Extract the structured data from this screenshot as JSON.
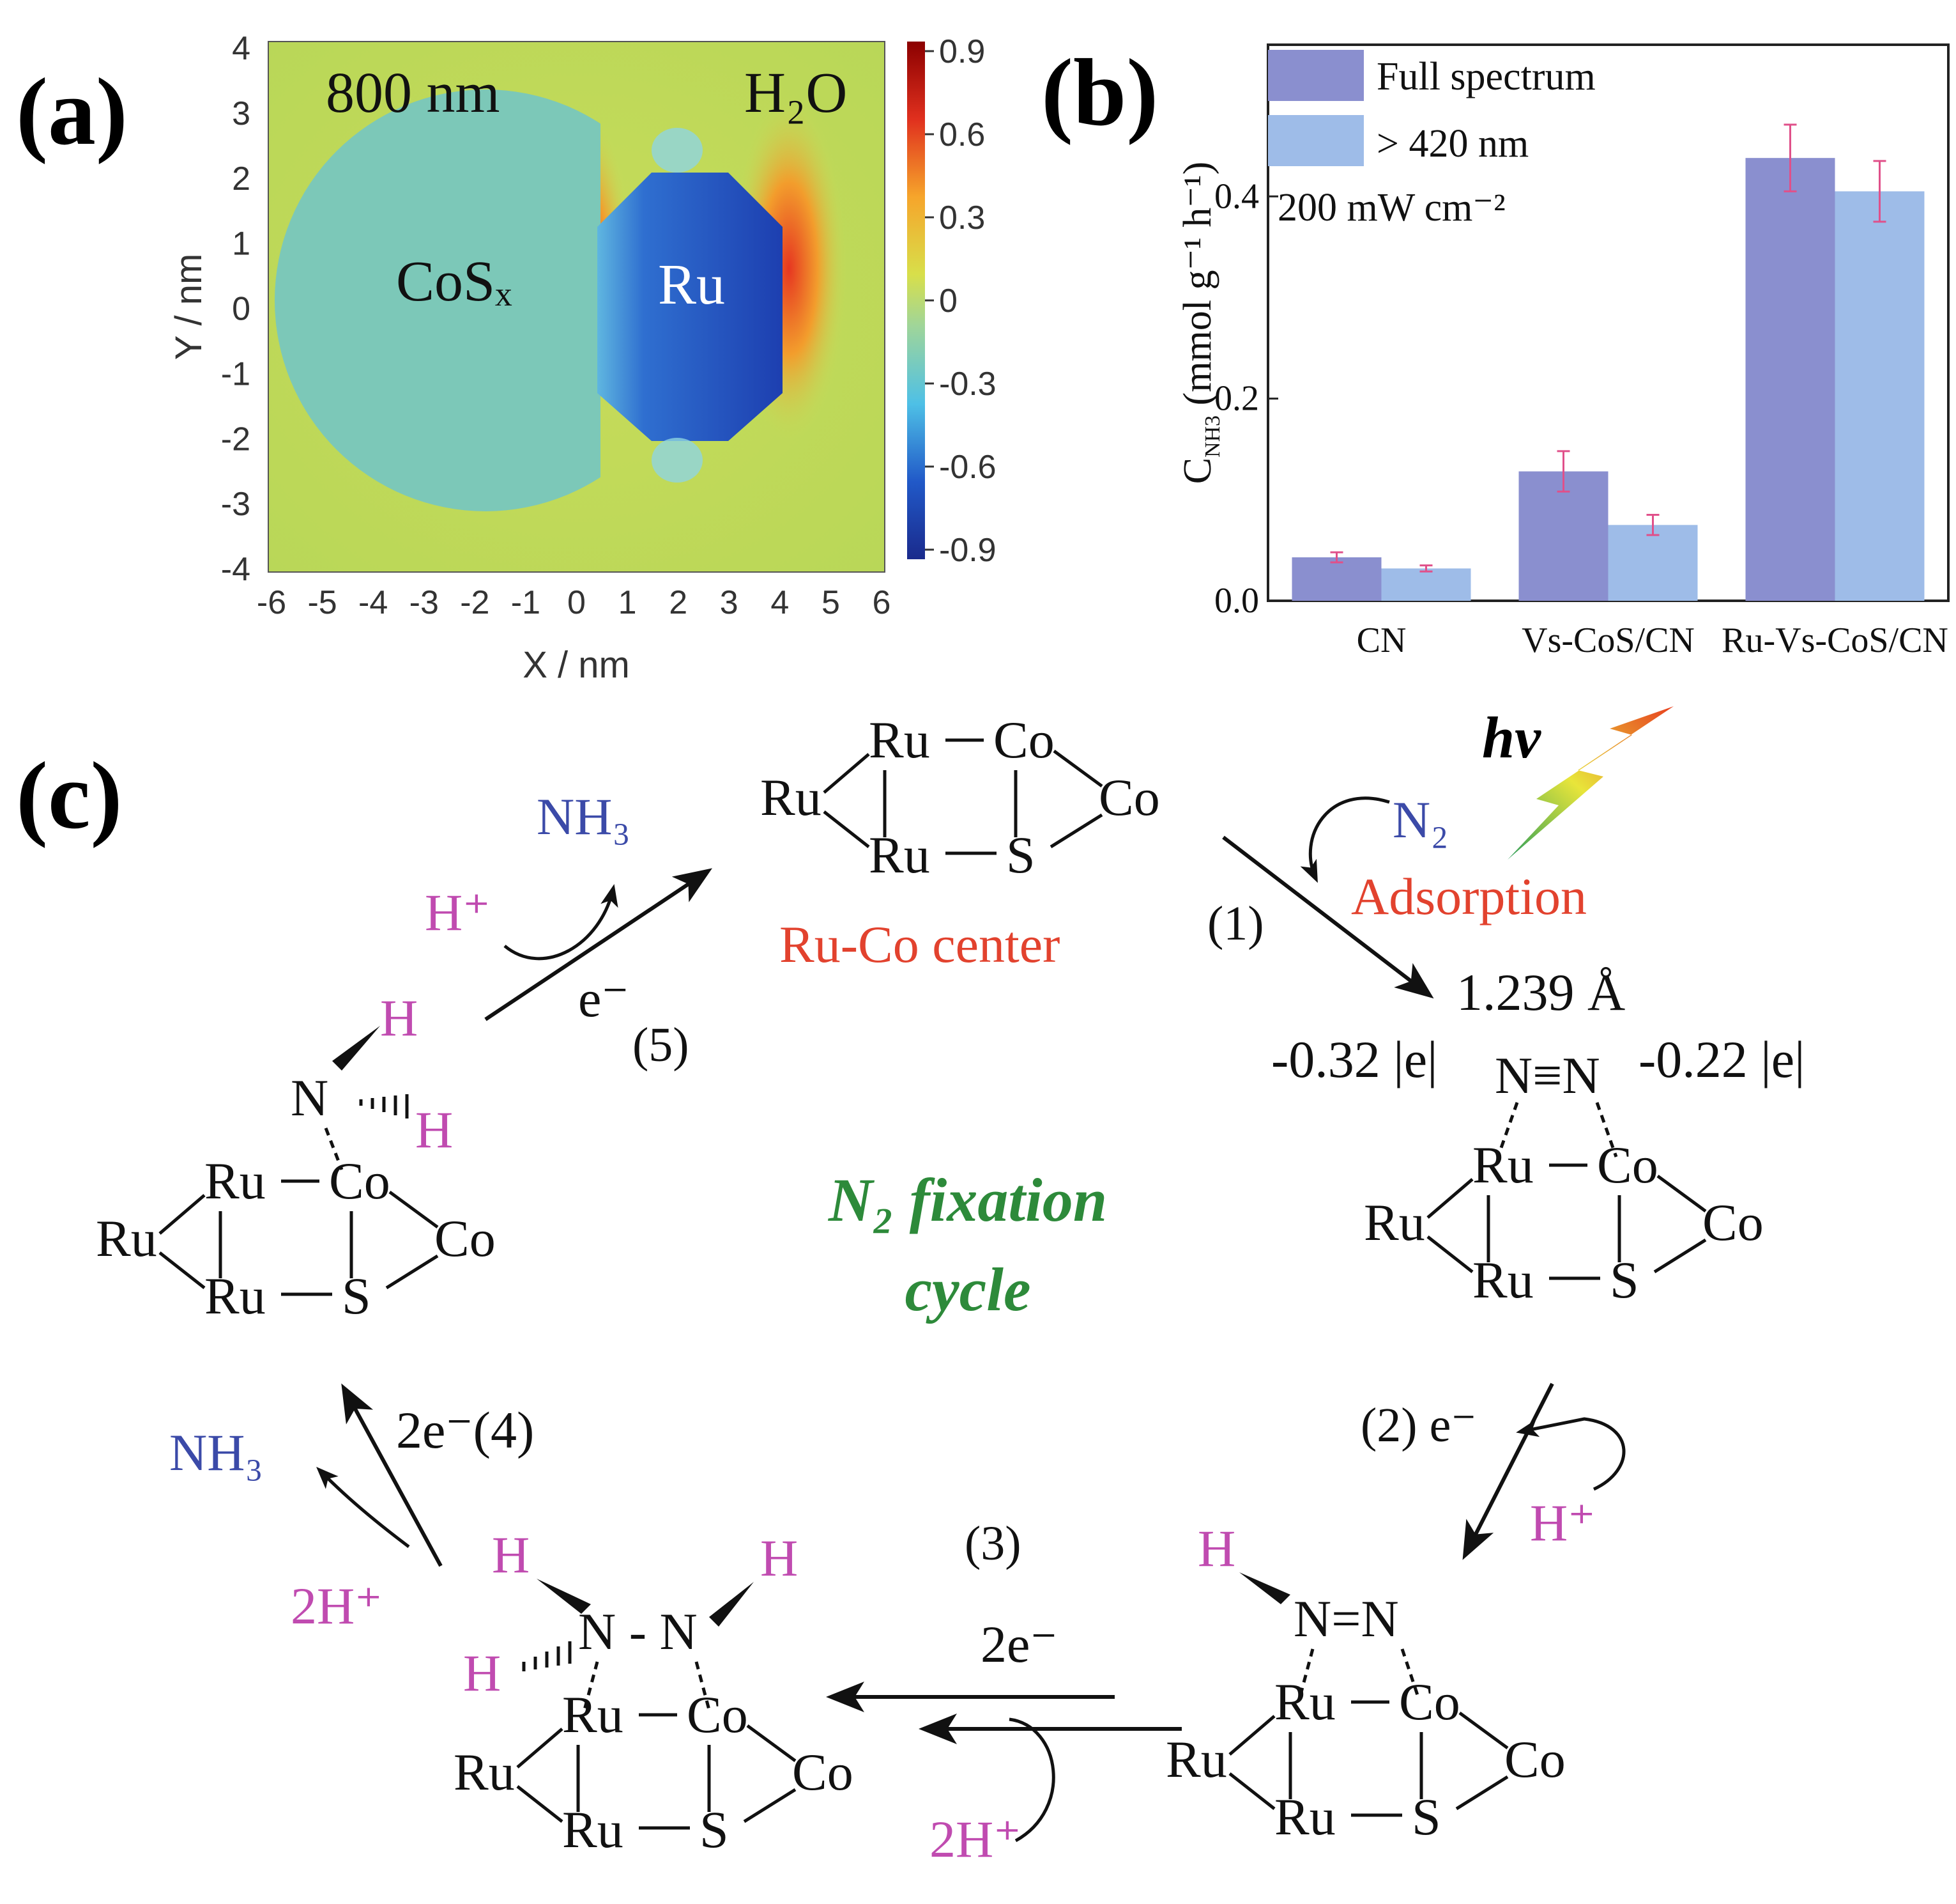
{
  "colors": {
    "bar_full": "#8a8fcf",
    "bar_vis": "#9ebce8",
    "errorbar": "#e0508a",
    "pink": "#c04bb0",
    "blue": "#3b4aa8",
    "red": "#e2422e",
    "green": "#2d8a3a"
  },
  "panel_a": {
    "label": "(a)",
    "wavelength": "800 nm",
    "medium": "H₂O",
    "particle_left": "CoSₓ",
    "particle_right": "Ru",
    "xlabel": "X / nm",
    "ylabel": "Y / nm",
    "xticks": [
      "-6",
      "-5",
      "-4",
      "-3",
      "-2",
      "-1",
      "0",
      "1",
      "2",
      "3",
      "4",
      "5",
      "6"
    ],
    "yticks": [
      "4",
      "3",
      "2",
      "1",
      "0",
      "-1",
      "-2",
      "-3",
      "-4"
    ],
    "colorbar_ticks": [
      "0.9",
      "0.6",
      "0.3",
      "0",
      "-0.3",
      "-0.6",
      "-0.9"
    ]
  },
  "panel_b": {
    "label": "(b)",
    "legend": [
      "Full spectrum",
      "> 420 nm"
    ],
    "note": "200 mW cm⁻²",
    "ylabel": "C",
    "ylabel_sub": "NH3",
    "ylabel_units": " (mmol g⁻¹ h⁻¹)",
    "yticks": [
      "0.0",
      "0.2",
      "0.4"
    ]
  },
  "chart_data": {
    "type": "bar",
    "categories": [
      "CN",
      "Vs-CoS/CN",
      "Ru-Vs-CoS/CN"
    ],
    "series": [
      {
        "name": "Full spectrum",
        "values": [
          0.043,
          0.128,
          0.438
        ],
        "errors": [
          0.005,
          0.02,
          0.033
        ]
      },
      {
        "name": "> 420 nm",
        "values": [
          0.032,
          0.075,
          0.405
        ],
        "errors": [
          0.003,
          0.01,
          0.03
        ]
      }
    ],
    "ylim": [
      0,
      0.55
    ],
    "yticks": [
      0.0,
      0.2,
      0.4
    ],
    "legend": "top-left"
  },
  "panel_c": {
    "label": "(c)",
    "hv": "hv",
    "n2": "N₂",
    "adsorption": "Adsorption",
    "center_label": "Ru-Co center",
    "cycle_line1": "N₂ fixation",
    "cycle_line2": "cycle",
    "step1": "(1)",
    "step2": "(2) e⁻",
    "step3": "(3)",
    "step4": "2e⁻(4)",
    "step5": "(5)",
    "e_minus": "e⁻",
    "two_e": "2e⁻",
    "bond_length": "1.239 Å",
    "charge_left": "-0.32 |e|",
    "charge_right": "-0.22 |e|",
    "nn_triple": "N≡N",
    "nn_double": "N=N",
    "nn_single": "N - N",
    "nh3": "NH₃",
    "h_plus": "H⁺",
    "two_h_plus": "2H⁺",
    "h": "H",
    "n": "N",
    "ru": "Ru",
    "co": "Co",
    "s": "S"
  }
}
